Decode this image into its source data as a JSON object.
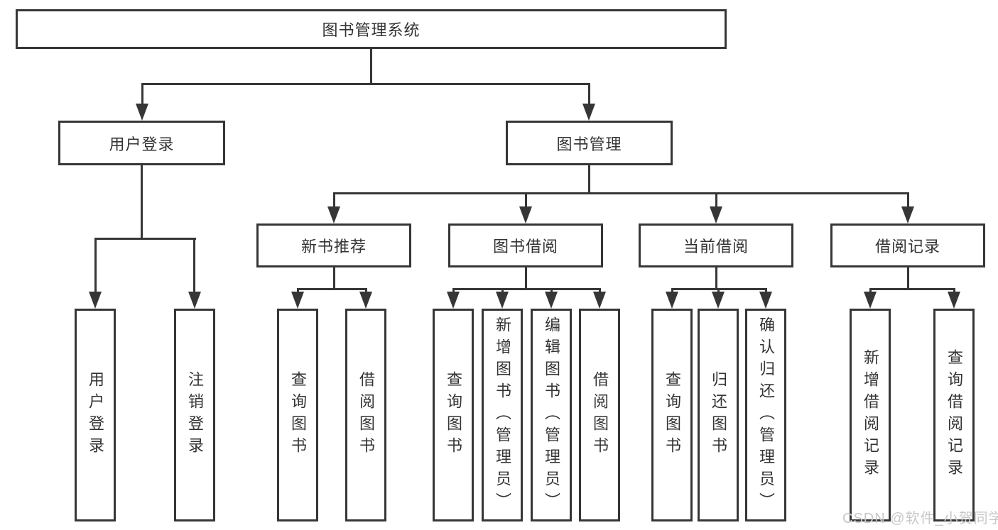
{
  "tree": {
    "label": "图书管理系统",
    "children": [
      {
        "label": "用户登录",
        "children": [
          {
            "label": "用户登录"
          },
          {
            "label": "注销登录"
          }
        ]
      },
      {
        "label": "图书管理",
        "children": [
          {
            "label": "新书推荐",
            "children": [
              {
                "label": "查询图书"
              },
              {
                "label": "借阅图书"
              }
            ]
          },
          {
            "label": "图书借阅",
            "children": [
              {
                "label": "查询图书"
              },
              {
                "label": "新增图书（管理员）"
              },
              {
                "label": "编辑图书（管理员）"
              },
              {
                "label": "借阅图书"
              }
            ]
          },
          {
            "label": "当前借阅",
            "children": [
              {
                "label": "查询图书"
              },
              {
                "label": "归还图书"
              },
              {
                "label": "确认归还（管理员）"
              }
            ]
          },
          {
            "label": "借阅记录",
            "children": [
              {
                "label": "新增借阅记录"
              },
              {
                "label": "查询借阅记录"
              }
            ]
          }
        ]
      }
    ]
  },
  "watermark": {
    "text": "CSDN @软件_小贺同学"
  },
  "colors": {
    "line": "#363636",
    "text": "#333333",
    "watermark": "#c8c8c8",
    "background": "#ffffff"
  }
}
